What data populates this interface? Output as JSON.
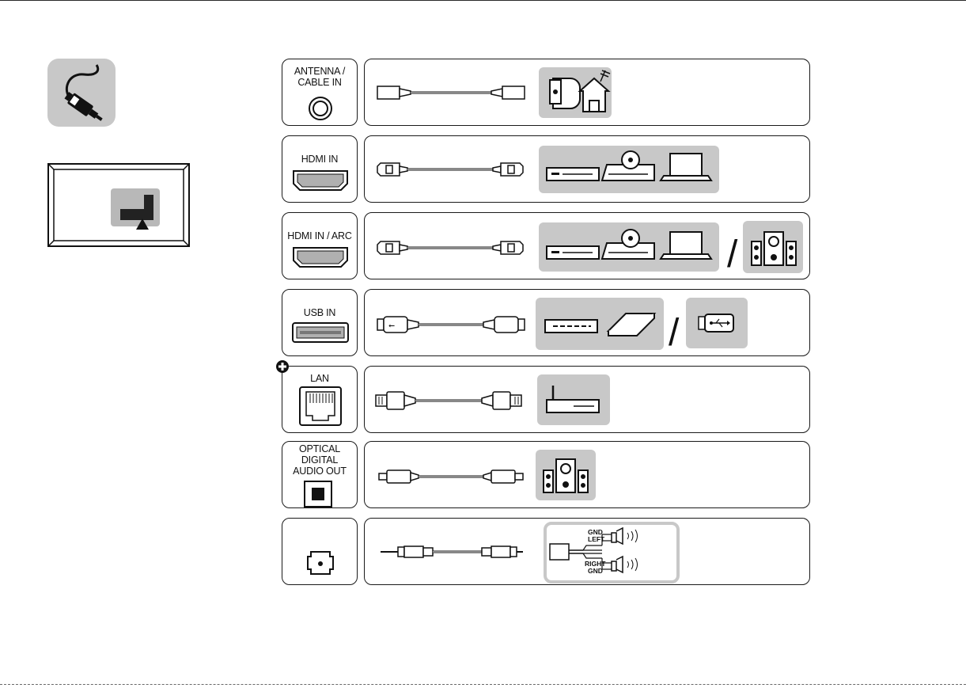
{
  "colors": {
    "line": "#1a1a1a",
    "device_bg": "#c8c8c8",
    "port_fill": "#b0b0b0"
  },
  "rows": [
    {
      "id": "antenna",
      "port_label": "ANTENNA /\nCABLE IN",
      "devices": [
        "antenna-wall-icon",
        "house-antenna-icon"
      ]
    },
    {
      "id": "hdmi",
      "port_label": "HDMI IN",
      "devices": [
        "set-top-box-icon",
        "dvd-player-icon",
        "laptop-icon"
      ]
    },
    {
      "id": "hdmi-arc",
      "port_label": "HDMI IN / ARC",
      "devices": [
        "set-top-box-icon",
        "dvd-player-icon",
        "laptop-icon",
        "speaker-system-icon"
      ],
      "separator": "/"
    },
    {
      "id": "usb",
      "port_label": "USB IN",
      "devices": [
        "hard-drive-icon",
        "external-disk-icon",
        "usb-stick-icon"
      ],
      "separator": "/"
    },
    {
      "id": "lan",
      "port_label": "LAN",
      "devices": [
        "router-icon"
      ]
    },
    {
      "id": "optical",
      "port_label": "OPTICAL\nDIGITAL\nAUDIO OUT",
      "devices": [
        "speaker-system-icon"
      ]
    },
    {
      "id": "audio-jack",
      "port_label": "",
      "devices": [
        "headphone-wiring-icon"
      ],
      "wiring": {
        "gnd_top": "GND",
        "left": "LEFT",
        "right": "RIGHT",
        "gnd_bottom": "GND"
      }
    }
  ]
}
